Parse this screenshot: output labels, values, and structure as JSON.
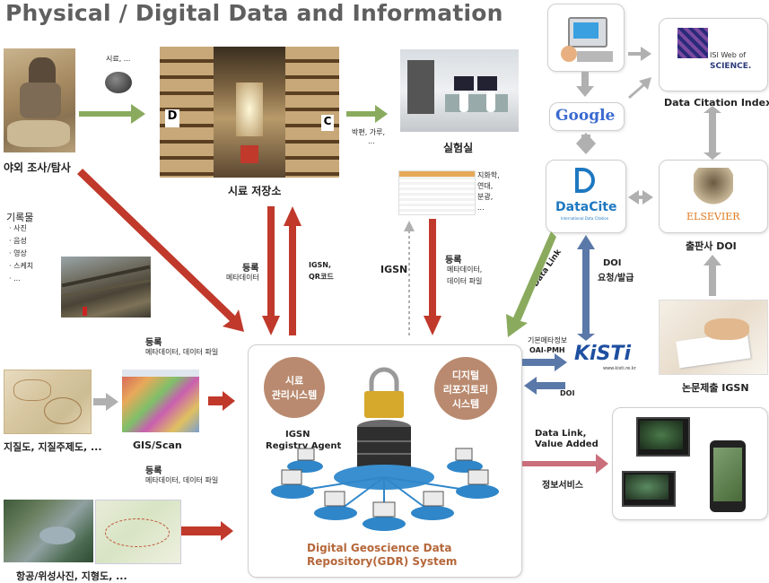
{
  "title": "Physical / Digital Data and Information",
  "field": {
    "label": "야외 조사/탐사",
    "sample_label": "시료, ...",
    "records_title": "기록물",
    "records_items": [
      "· 사진",
      "· 음성",
      "· 영상",
      "· 스케치",
      "· ..."
    ]
  },
  "storage": {
    "label": "시료 저장소",
    "to_lab_label": "박편, 가루,",
    "to_lab_label2": "...",
    "register_title": "등록",
    "register_sub": "메타데이터",
    "igsn_label": "IGSN,",
    "igsn_label2": "QR코드"
  },
  "lab": {
    "label": "실험실",
    "data_types": [
      "지화학,",
      "연대,",
      "분광,",
      "..."
    ],
    "igsn_label": "IGSN",
    "register_title": "등록",
    "register_sub1": "메타데이터,",
    "register_sub2": "데이터 파일"
  },
  "maps": {
    "register_title": "등록",
    "register_sub": "메타데이터, 데이터 파일",
    "label": "지질도, 지질주제도, ...",
    "gis_label": "GIS/Scan"
  },
  "aerial": {
    "register_title": "등록",
    "register_sub": "메타데이터, 데이터 파일",
    "label": "항공/위성사진, 지형도, ..."
  },
  "gdr": {
    "sample_system_line1": "시료",
    "sample_system_line2": "관리시스템",
    "repo_system_line1": "디지털",
    "repo_system_line2": "리포지토리",
    "repo_system_line3": "시스템",
    "agent_line1": "IGSN",
    "agent_line2": "Registry Agent",
    "title_line1": "Digital Geoscience Data",
    "title_line2": "Repository(GDR) System"
  },
  "kisti": {
    "meta_line1": "기본메타정보",
    "meta_line2": "OAI-PMH",
    "doi_label": "DOI",
    "logo": "KiSTi",
    "logo_sub": "www.kisti.re.kr"
  },
  "info_service": {
    "data_link_line1": "Data Link,",
    "data_link_line2": "Value Added",
    "label": "정보서비스"
  },
  "datacite": {
    "logo": "DataCite",
    "logo_sub": "International Data Citation",
    "data_link": "Data Link",
    "doi_line1": "DOI",
    "doi_line2": "요청/발급"
  },
  "google": {
    "logo": "Google"
  },
  "isi": {
    "logo_line1": "ISI Web of",
    "logo_line2": "SCIENCE.",
    "label": "Data Citation Index"
  },
  "elsevier": {
    "logo": "ELSEVIER",
    "label": "출판사 DOI"
  },
  "paper": {
    "label": "논문제출 IGSN"
  },
  "colors": {
    "green": "#8aab5e",
    "red": "#c0392b",
    "gray": "#b0b0b0",
    "blue": "#5a78a8",
    "title": "#5f5f5f",
    "gdr_circle": "#b98a6f"
  }
}
